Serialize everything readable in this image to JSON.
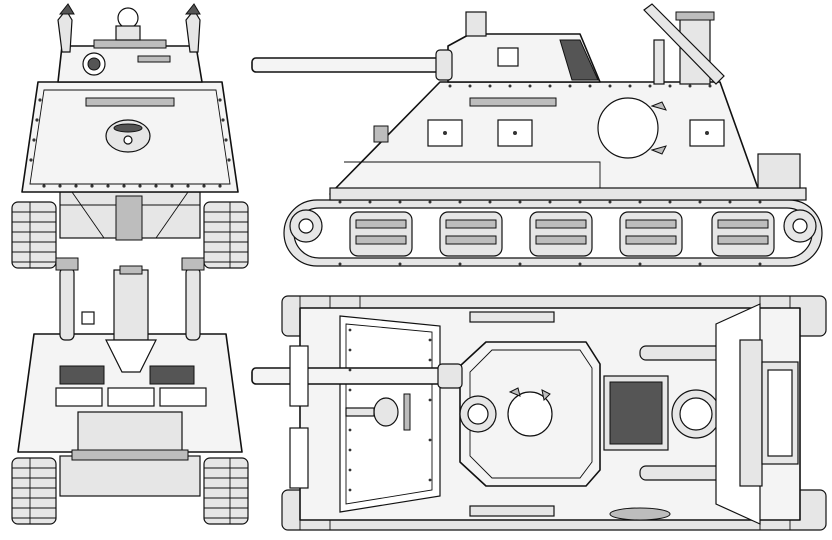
{
  "colors": {
    "background": "#ffffff",
    "outline": "#111111",
    "fill_light": "#f4f4f4",
    "fill_mid": "#bdbdbd",
    "fill_dark": "#555555"
  },
  "views": [
    {
      "id": "front",
      "label": ""
    },
    {
      "id": "side",
      "label": ""
    },
    {
      "id": "rear",
      "label": ""
    },
    {
      "id": "top",
      "label": ""
    }
  ]
}
